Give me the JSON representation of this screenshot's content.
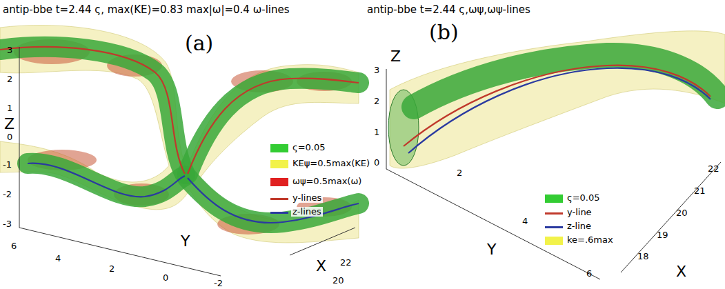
{
  "diagram": {
    "labels": [
      "antip-bbe t=2.44 ς, max(KE)=0.83 max|ω|=0.4 ω-lines",
      "antip-bbe t=2.44 ς,ωψ,ωψ-lines",
      "(a)",
      "(b)",
      "Z",
      "3",
      "2",
      "1",
      "0",
      "-1",
      "-2",
      "-3",
      "Y",
      "6",
      "4",
      "2",
      "0",
      "-2",
      "X",
      "22",
      "20",
      "Z",
      "3",
      "2",
      "1",
      "0",
      "Y",
      "2",
      "4",
      "6",
      "X",
      "18",
      "19",
      "20",
      "21",
      "22"
    ],
    "legend": [
      {
        "text": "ς=0.05",
        "color": "#33cc33"
      },
      {
        "text": "KEψ=0.5max(KE)",
        "color": "#f2f24a"
      },
      {
        "text": "ωψ=0.5max(ω)",
        "color": "#e02020"
      },
      {
        "text": "y-lines"
      },
      {
        "text": "z-lines"
      },
      {
        "text": "ς=0.05",
        "color": "#33cc33"
      },
      {
        "text": "y-line"
      },
      {
        "text": "z-line"
      },
      {
        "text": "ke=.6max",
        "color": "#f2f24a"
      }
    ]
  }
}
